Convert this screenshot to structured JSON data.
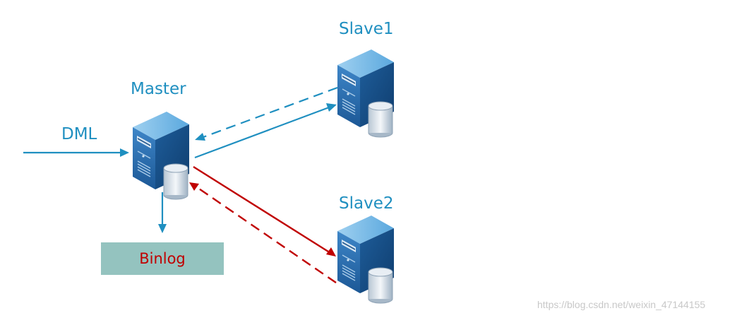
{
  "nodes": {
    "master": {
      "label": "Master"
    },
    "slave1": {
      "label": "Slave1"
    },
    "slave2": {
      "label": "Slave2"
    },
    "binlog": {
      "label": "Binlog"
    }
  },
  "input_label": "DML",
  "watermark": "https://blog.csdn.net/weixin_47144155",
  "colors": {
    "blue": "#1f8fc0",
    "red": "#c00000",
    "binlog_fill": "#94c3bf"
  },
  "icons": [
    "server-icon",
    "database-icon",
    "arrow-icon"
  ]
}
